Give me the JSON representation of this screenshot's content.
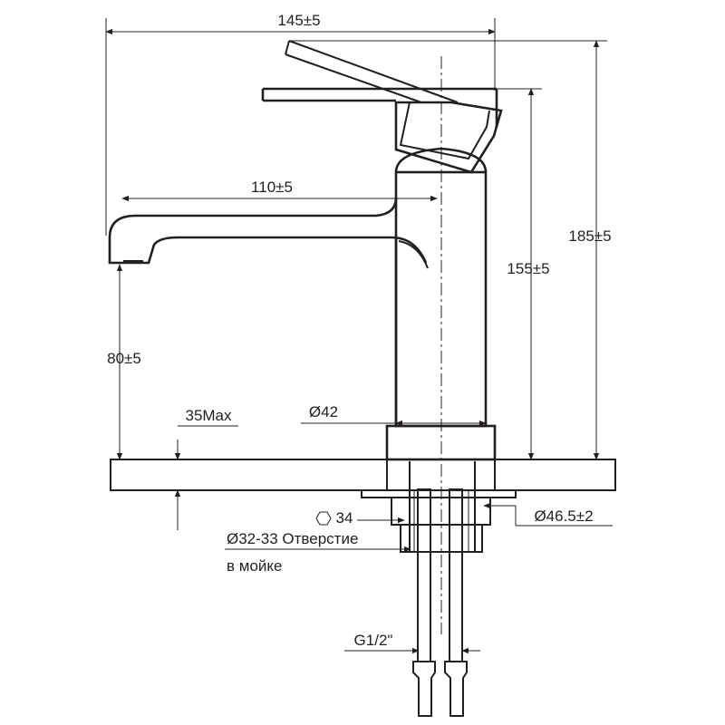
{
  "dimensions": {
    "total_width": "145±5",
    "spout_reach": "110±5",
    "total_height": "185±5",
    "body_height": "155±5",
    "spout_height": "80±5",
    "max_countertop": "35Max",
    "body_diameter": "Ø42",
    "base_diameter": "Ø46.5±2",
    "hex_nut": "34",
    "hole_line1": "Ø32-33 Отверстие",
    "hole_line2": "в мойке",
    "thread": "G1/2\""
  },
  "colors": {
    "ink": "#231f20",
    "background": "#ffffff"
  }
}
